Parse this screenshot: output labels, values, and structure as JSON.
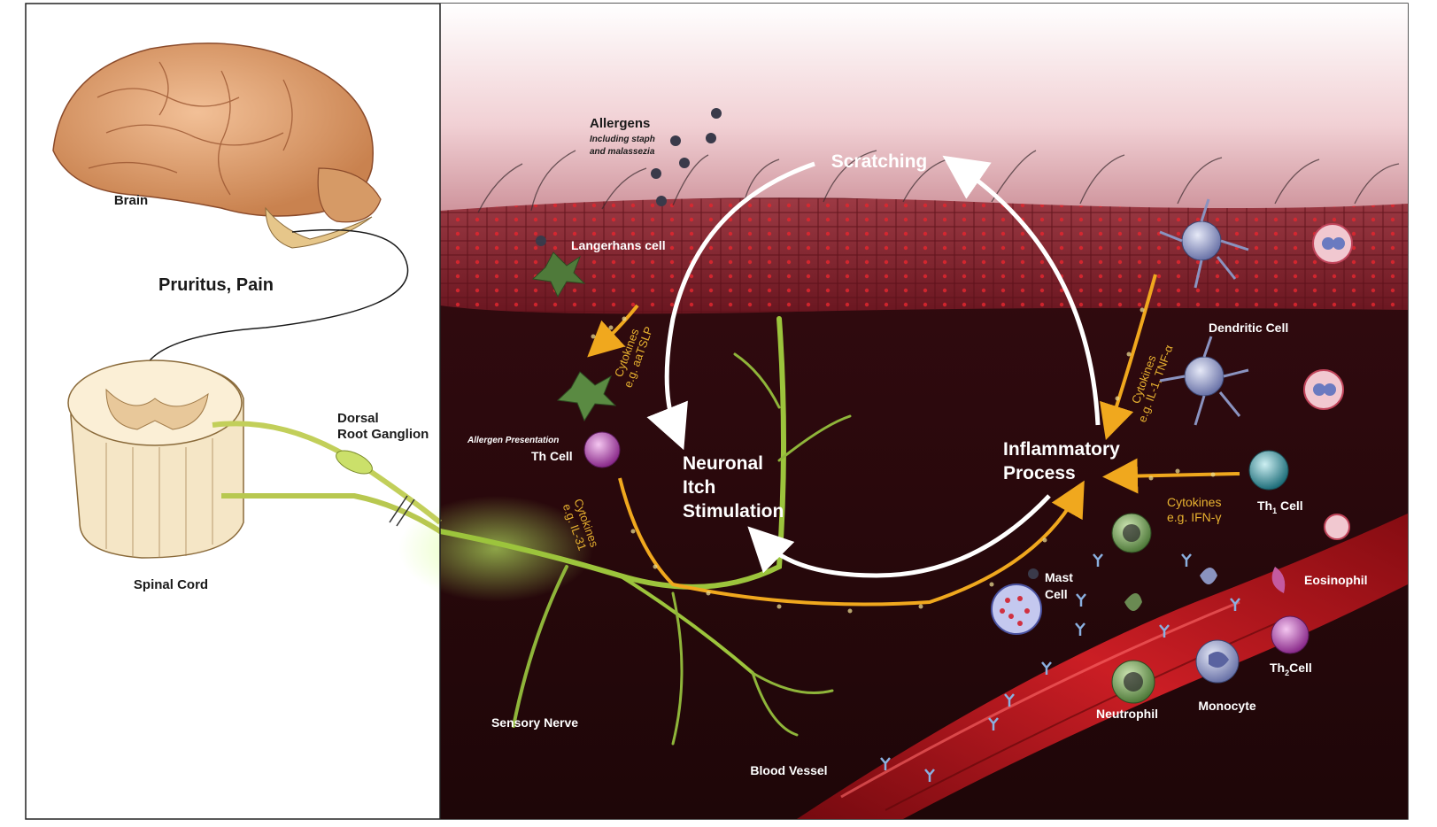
{
  "labels": {
    "brain": "Brain",
    "pruritus_pain": "Pruritus, Pain",
    "dorsal_root_ganglion_line1": "Dorsal",
    "dorsal_root_ganglion_line2": "Root Ganglion",
    "spinal_cord": "Spinal Cord",
    "allergens": "Allergens",
    "allergens_sub1": "Including staph",
    "allergens_sub2": "and malassezia",
    "scratching": "Scratching",
    "langerhans_cell": "Langerhans cell",
    "cytokines": "Cytokines",
    "cytokines_tslp": "e.g. aaTSLP",
    "allergen_presentation": "Allergen Presentation",
    "th_cell": "Th Cell",
    "cytokines_il31": "e.g. IL-31",
    "neuronal_1": "Neuronal",
    "neuronal_2": "Itch",
    "neuronal_3": "Stimulation",
    "inflammatory_1": "Inflammatory",
    "inflammatory_2": "Process",
    "dendritic_cell": "Dendritic Cell",
    "cytokines_il1": "e.g. IL-1, TNF-α",
    "cytokines_ifn": "e.g. IFN-γ",
    "th1_cell_pre": "Th",
    "th1_cell_sub": "1",
    "th1_cell_post": " Cell",
    "th2_cell_pre": "Th",
    "th2_cell_sub": "2",
    "th2_cell_post": "Cell",
    "mast_cell_1": "Mast",
    "mast_cell_2": "Cell",
    "eosinophil": "Eosinophil",
    "neutrophil": "Neutrophil",
    "monocyte": "Monocyte",
    "sensory_nerve": "Sensory Nerve",
    "blood_vessel": "Blood Vessel"
  },
  "colors": {
    "skin_top": "#f3d2d6",
    "epidermis": "#7a1f2a",
    "dermis": "#2a0a0d",
    "nerve": "#a8d94a",
    "cytokine_arrow": "#f0a81e",
    "cycle_arrow": "#ffffff",
    "brain": "#e2a06c",
    "vessel": "#b3161c"
  }
}
